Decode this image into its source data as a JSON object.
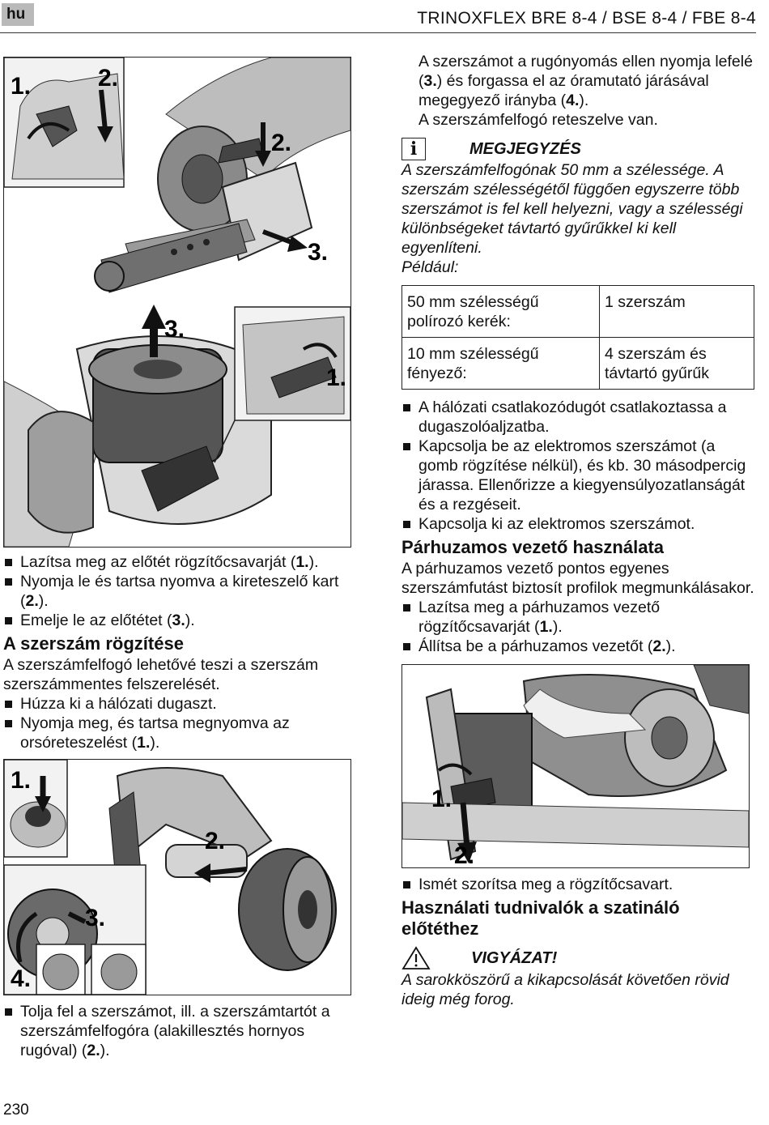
{
  "header": {
    "lang": "hu",
    "title": "TRINOXFLEX BRE 8-4 / BSE 8-4 / FBE 8-4"
  },
  "figures": {
    "fig1": {
      "labels": [
        "1.",
        "2.",
        "2.",
        "3."
      ]
    },
    "fig2": {
      "labels": [
        "3.",
        "1."
      ]
    },
    "fig3": {
      "labels": [
        "1.",
        "2.",
        "3.",
        "4."
      ]
    },
    "fig4": {
      "labels": [
        "1.",
        "2."
      ]
    }
  },
  "left": {
    "list1": [
      {
        "pre": "Lazítsa meg az előtét rögzítőcsavarját (",
        "num": "1.",
        "post": ")."
      },
      {
        "pre": "Nyomja le és tartsa nyomva a kireteszelő kart (",
        "num": "2.",
        "post": ")."
      },
      {
        "pre": "Emelje le az előtétet (",
        "num": "3.",
        "post": ")."
      }
    ],
    "heading": "A szerszám rögzítése",
    "para": "A szerszámfelfogó lehetővé teszi a szerszám szerszámmentes felszerelését.",
    "list2": [
      {
        "pre": "Húzza ki a hálózati dugaszt.",
        "num": "",
        "post": ""
      },
      {
        "pre": "Nyomja meg, és tartsa megnyomva az orsóreteszelést (",
        "num": "1.",
        "post": ")."
      }
    ],
    "list3": [
      {
        "pre": "Tolja fel a szerszámot, ill. a szerszámtartót a szerszámfelfogóra (alakillesztés hornyos rugóval) (",
        "num": "2.",
        "post": ")."
      }
    ]
  },
  "right": {
    "intro": [
      {
        "t": "A szerszámot a rugónyomás ellen nyomja lefelé (",
        "b": false
      },
      {
        "t": "3.",
        "b": true
      },
      {
        "t": ") és forgassa el az óramutató járásával megegyező irányba (",
        "b": false
      },
      {
        "t": "4.",
        "b": true
      },
      {
        "t": ").",
        "b": false
      }
    ],
    "intro2": "A szerszámfelfogó reteszelve van.",
    "note": {
      "icon": "i",
      "title": "MEGJEGYZÉS",
      "body": "A szerszámfelfogónak 50 mm a széles­sége. A szerszám szélességétől függően egyszerre több szerszámot is fel kell helyezni, vagy a szélességi különbségeket távtartó gyűrűkkel ki kell egyenlíteni.",
      "example": "Például:"
    },
    "table": [
      [
        "50 mm szélességű polírozó kerék:",
        "1 szerszám"
      ],
      [
        "10 mm szélességű fényező:",
        "4 szerszám és távtartó gyűrűk"
      ]
    ],
    "list1": [
      {
        "pre": "A hálózati csatlakozódugót csatlakoztassa a dugaszolóaljzatba.",
        "num": "",
        "post": ""
      },
      {
        "pre": "Kapcsolja be az elektromos szerszámot (a gomb rögzítése nélkül), és kb. 30 másod­percig járassa. Ellenőrizze a kiegyensúlyo­zatlanságát és a rezgéseit.",
        "num": "",
        "post": ""
      },
      {
        "pre": "Kapcsolja ki az elektromos szerszámot.",
        "num": "",
        "post": ""
      }
    ],
    "heading1": "Párhuzamos vezető használata",
    "para1": "A párhuzamos vezető pontos egyenes szerszámfutást biztosít profilok megmunkálásakor.",
    "list2": [
      {
        "pre": "Lazítsa meg a párhuzamos vezető rögzítőcsavarját (",
        "num": "1.",
        "post": ")."
      },
      {
        "pre": "Állítsa be a párhuzamos vezetőt (",
        "num": "2.",
        "post": ")."
      }
    ],
    "list3": [
      {
        "pre": "Ismét szorítsa meg a rögzítőcsavart.",
        "num": "",
        "post": ""
      }
    ],
    "heading2": "Használati tudnivalók a szatináló előtéthez",
    "warning": {
      "title": "VIGYÁZAT!",
      "body": "A sarokköszörű a kikapcsolását követően rövid ideig még forog."
    }
  },
  "footer": {
    "page": "230"
  }
}
